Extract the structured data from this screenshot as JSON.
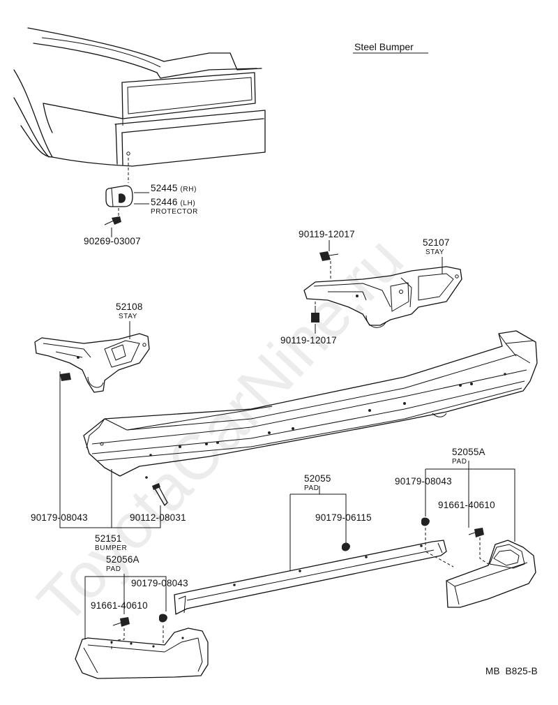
{
  "title": "Steel Bumper",
  "footer_code": "MB  B825-B",
  "watermark": "ToyotaCarNine.ru",
  "parts": [
    {
      "number": "52445",
      "variant": "(RH)"
    },
    {
      "number": "52446",
      "variant": "(LH)",
      "name": "PROTECTOR"
    },
    {
      "number": "90269-03007"
    },
    {
      "number": "90119-12017",
      "position": "upper"
    },
    {
      "number": "52107",
      "name": "STAY"
    },
    {
      "number": "90119-12017",
      "position": "lower"
    },
    {
      "number": "52108",
      "name": "STAY"
    },
    {
      "number": "90179-08043",
      "position": "left"
    },
    {
      "number": "90112-08031"
    },
    {
      "number": "52151",
      "name": "BUMPER"
    },
    {
      "number": "52055",
      "name": "PAD"
    },
    {
      "number": "90179-06115"
    },
    {
      "number": "52055A",
      "name": "PAD"
    },
    {
      "number": "90179-08043",
      "position": "right"
    },
    {
      "number": "91661-40610",
      "position": "right"
    },
    {
      "number": "52056A",
      "name": "PAD"
    },
    {
      "number": "90179-08043",
      "position": "lower-left"
    },
    {
      "number": "91661-40610",
      "position": "lower-left"
    }
  ]
}
